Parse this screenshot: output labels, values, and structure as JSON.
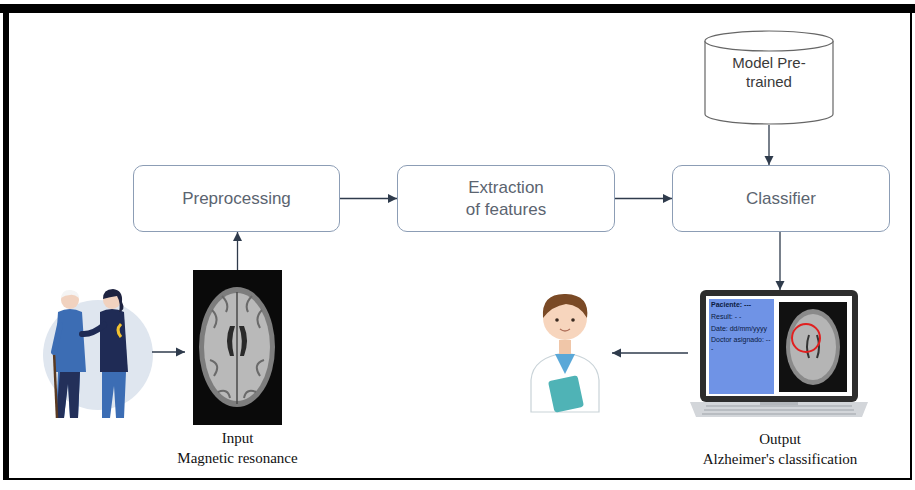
{
  "diagram": {
    "nodes": [
      {
        "text": [
          "Model Pre-trained"
        ]
      },
      {
        "text": [
          "Preprocessing"
        ]
      },
      {
        "text": [
          "Extraction of features"
        ]
      },
      {
        "text": [
          "Classifier"
        ]
      },
      {
        "text": [
          "Input",
          "Magnetic resonance"
        ]
      },
      {
        "text": [
          "Paciente: ---",
          "Result: - -",
          "Date: dd/mm/yyyy",
          "Doctor asignado: ---",
          "Output",
          "Alzheimer's classification"
        ]
      }
    ],
    "edges": [
      {
        "from": 4,
        "to": 1,
        "arrow": "to"
      },
      {
        "from": 1,
        "to": 2,
        "arrow": "to"
      },
      {
        "from": 2,
        "to": 3,
        "arrow": "to"
      },
      {
        "from": 0,
        "to": 3,
        "arrow": "to"
      },
      {
        "from": 3,
        "to": 5,
        "arrow": "to"
      }
    ]
  }
}
